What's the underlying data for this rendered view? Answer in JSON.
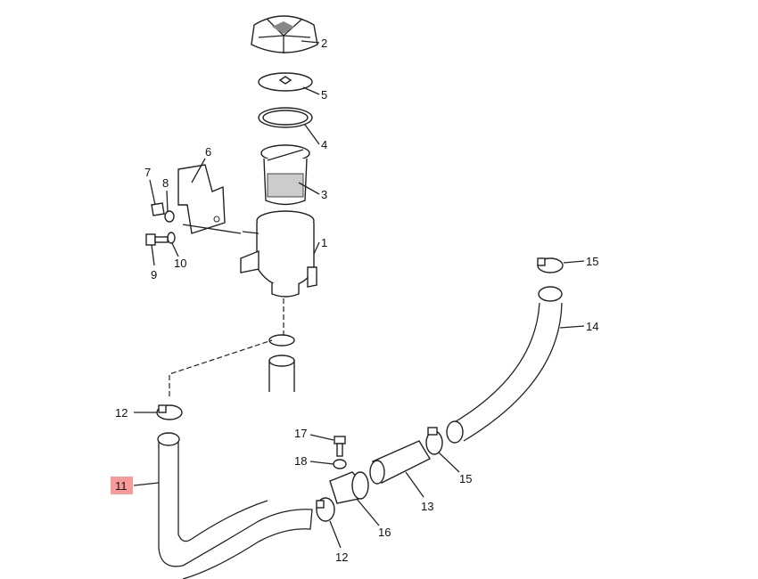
{
  "diagram": {
    "callouts": [
      {
        "id": "c2",
        "label": "2"
      },
      {
        "id": "c5",
        "label": "5"
      },
      {
        "id": "c4",
        "label": "4"
      },
      {
        "id": "c3",
        "label": "3"
      },
      {
        "id": "c1",
        "label": "1"
      },
      {
        "id": "c6",
        "label": "6"
      },
      {
        "id": "c7",
        "label": "7"
      },
      {
        "id": "c8",
        "label": "8"
      },
      {
        "id": "c10",
        "label": "10"
      },
      {
        "id": "c9",
        "label": "9"
      },
      {
        "id": "c15a",
        "label": "15"
      },
      {
        "id": "c14",
        "label": "14"
      },
      {
        "id": "c12a",
        "label": "12"
      },
      {
        "id": "c11",
        "label": "11"
      },
      {
        "id": "c17",
        "label": "17"
      },
      {
        "id": "c18",
        "label": "18"
      },
      {
        "id": "c16",
        "label": "16"
      },
      {
        "id": "c13",
        "label": "13"
      },
      {
        "id": "c15b",
        "label": "15"
      },
      {
        "id": "c12b",
        "label": "12"
      }
    ],
    "highlight_color": "#f79a9a",
    "highlighted_part": "11"
  }
}
